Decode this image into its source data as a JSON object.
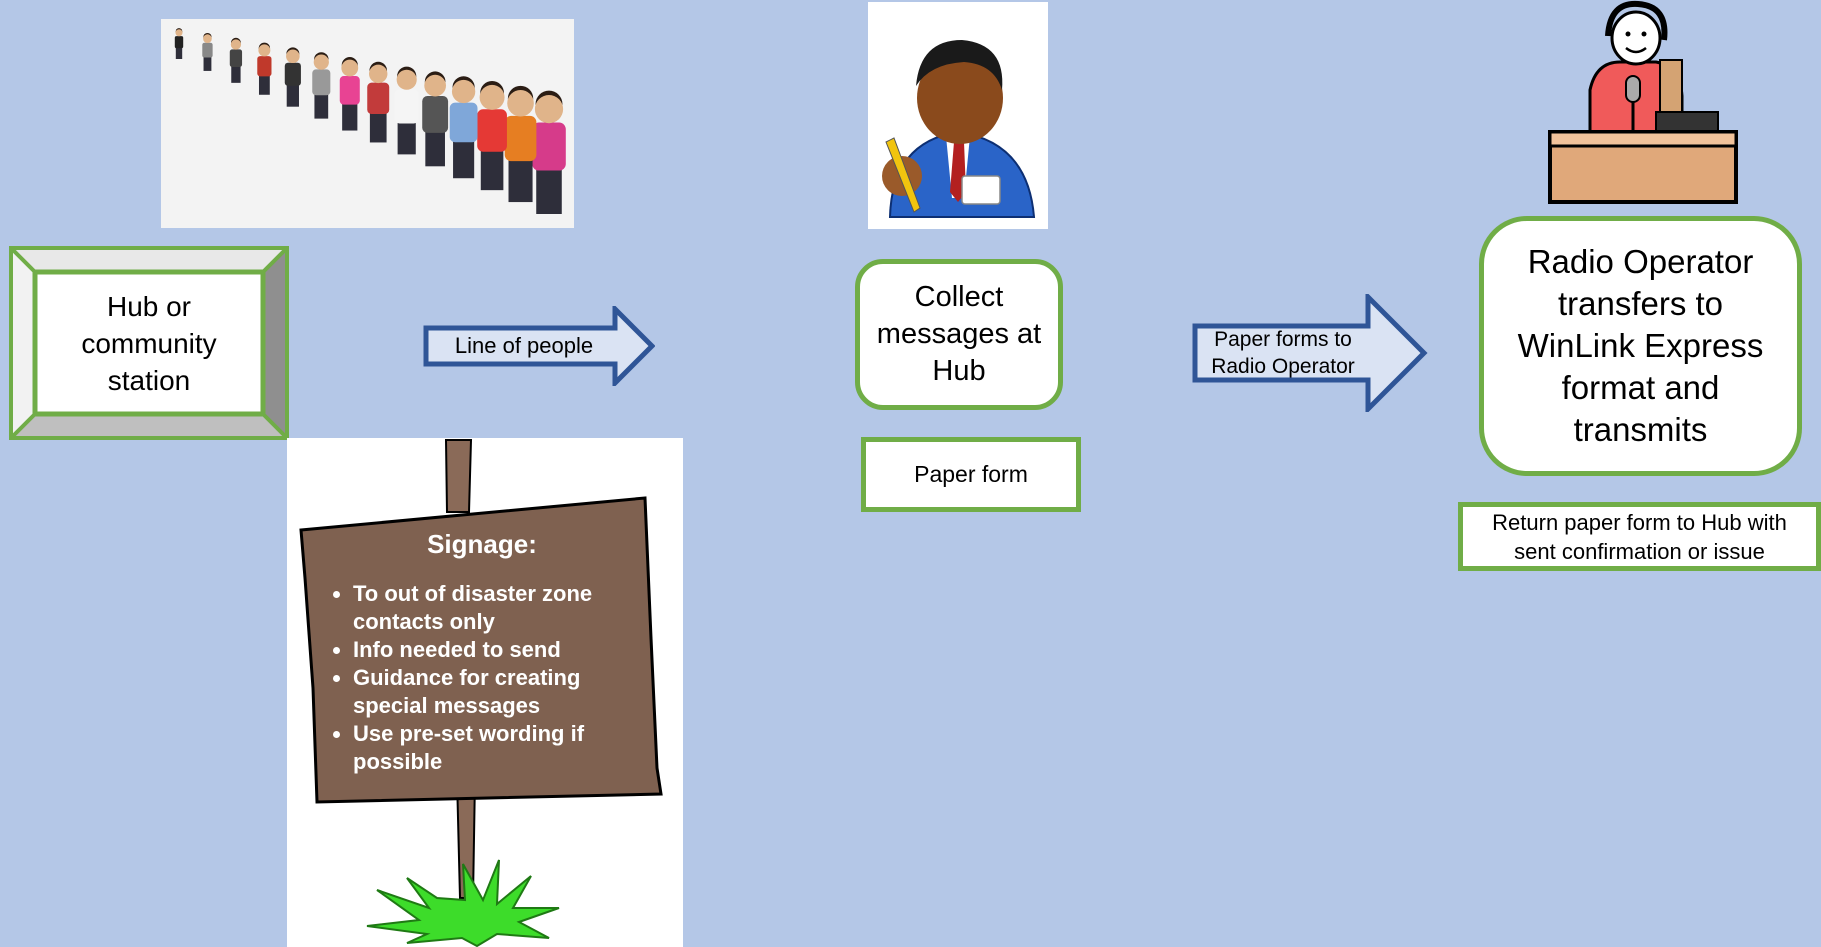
{
  "hub": {
    "label": "Hub or community station"
  },
  "arrow_line": {
    "label": "Line of people"
  },
  "collect": {
    "label": "Collect messages at Hub"
  },
  "paper_form": {
    "label": "Paper form"
  },
  "arrow_forms": {
    "label": "Paper forms to Radio Operator"
  },
  "radio": {
    "label": "Radio Operator transfers to WinLink Express format and transmits"
  },
  "return_note": {
    "label": "Return paper form to Hub with sent confirmation or issue"
  },
  "signage": {
    "title": "Signage:",
    "items": [
      "To out of disaster zone contacts only",
      "Info needed to send",
      "Guidance for creating special messages",
      "Use pre-set wording if possible"
    ]
  },
  "icons": {
    "people": "line-of-people-illustration",
    "person": "hub-staff-person-icon",
    "sign": "wooden-signpost-illustration",
    "operator": "radio-operator-icon"
  },
  "colors": {
    "background": "#b4c7e7",
    "box_border": "#70ad47",
    "arrow_stroke": "#2f5597",
    "arrow_fill": "#dae3f3",
    "sign_wood": "#7f6150"
  }
}
